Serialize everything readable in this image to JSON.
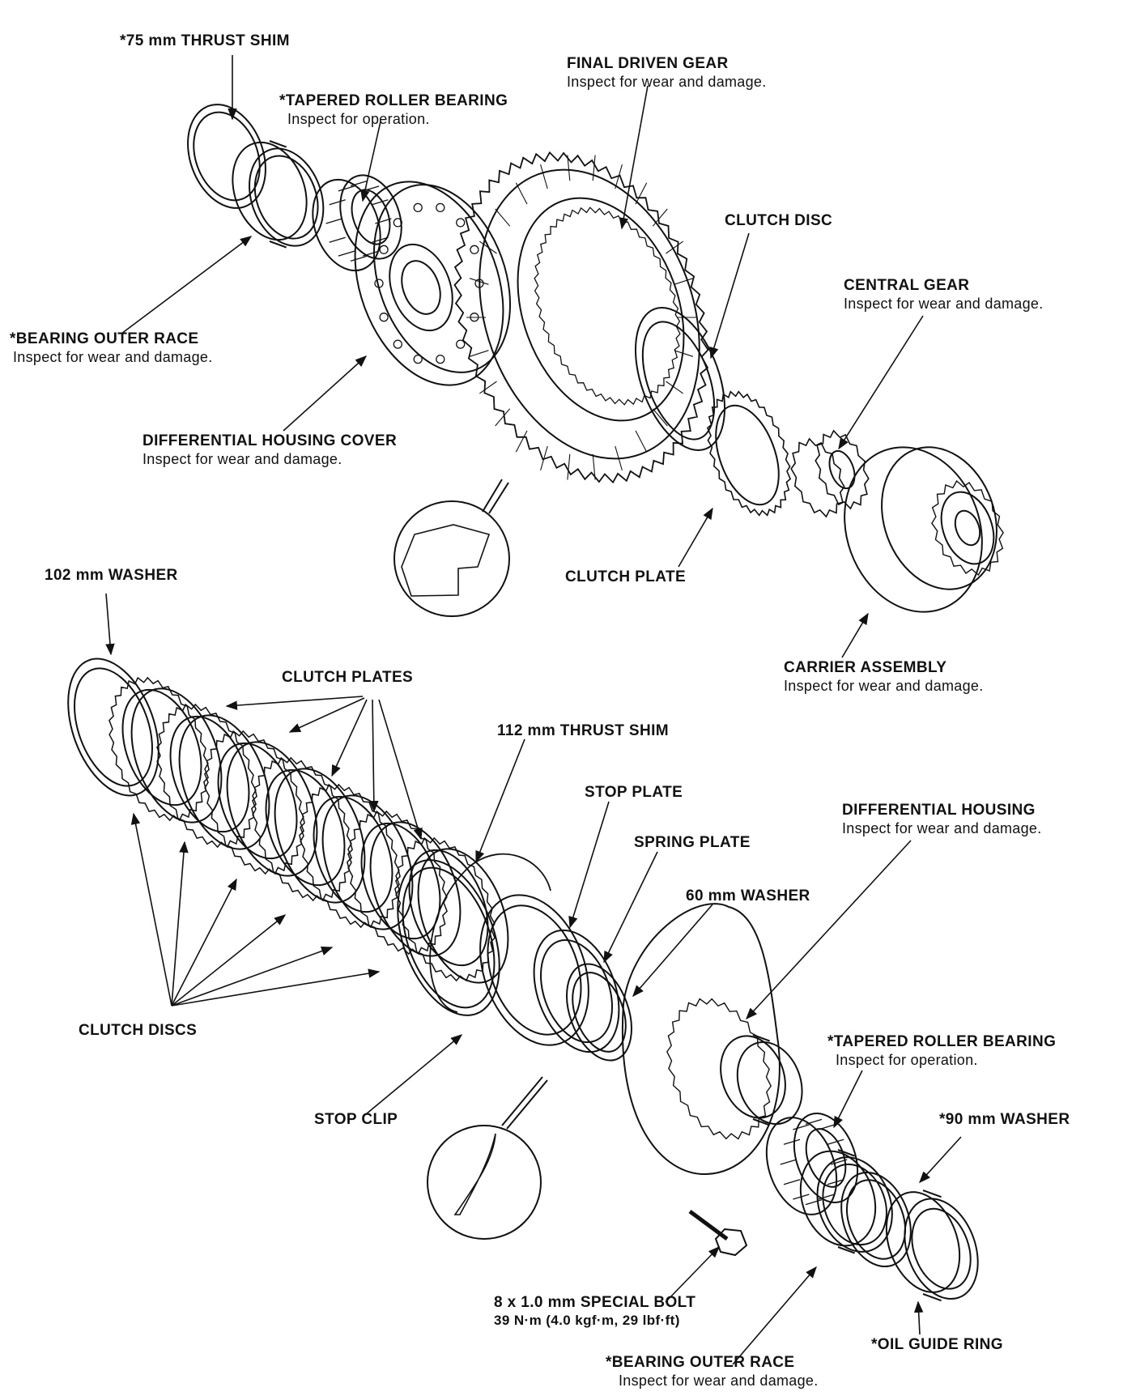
{
  "colors": {
    "ink": "#111111",
    "paper": "#ffffff"
  },
  "labels": {
    "thrust_shim_75": {
      "title": "*75 mm THRUST SHIM"
    },
    "tapered_bearing_top": {
      "title": "*TAPERED ROLLER BEARING",
      "note": "Inspect for operation."
    },
    "final_driven_gear": {
      "title": "FINAL DRIVEN GEAR",
      "note": "Inspect for wear and damage."
    },
    "clutch_disc": {
      "title": "CLUTCH DISC"
    },
    "central_gear": {
      "title": "CENTRAL GEAR",
      "note": "Inspect for wear and damage."
    },
    "bearing_race_top": {
      "title": "*BEARING OUTER RACE",
      "note": "Inspect for wear and damage."
    },
    "housing_cover": {
      "title": "DIFFERENTIAL HOUSING COVER",
      "note": "Inspect for wear and damage."
    },
    "clutch_plate": {
      "title": "CLUTCH PLATE"
    },
    "washer_102": {
      "title": "102 mm WASHER"
    },
    "carrier_assembly": {
      "title": "CARRIER ASSEMBLY",
      "note": "Inspect for wear and damage."
    },
    "clutch_plates": {
      "title": "CLUTCH PLATES"
    },
    "thrust_shim_112": {
      "title": "112 mm THRUST SHIM"
    },
    "stop_plate": {
      "title": "STOP PLATE"
    },
    "differential_housing": {
      "title": "DIFFERENTIAL HOUSING",
      "note": "Inspect for wear and damage."
    },
    "spring_plate": {
      "title": "SPRING PLATE"
    },
    "washer_60": {
      "title": "60 mm WASHER"
    },
    "clutch_discs": {
      "title": "CLUTCH DISCS"
    },
    "tapered_bearing_bottom": {
      "title": "*TAPERED ROLLER BEARING",
      "note": "Inspect for operation."
    },
    "stop_clip": {
      "title": "STOP CLIP"
    },
    "washer_90": {
      "title": "*90 mm WASHER"
    },
    "special_bolt": {
      "title": "8 x 1.0 mm SPECIAL BOLT",
      "note": "39 N·m (4.0 kgf·m, 29 lbf·ft)"
    },
    "oil_guide_ring": {
      "title": "*OIL GUIDE RING"
    },
    "bearing_race_bottom": {
      "title": "*BEARING OUTER RACE",
      "note": "Inspect for wear and damage."
    }
  }
}
